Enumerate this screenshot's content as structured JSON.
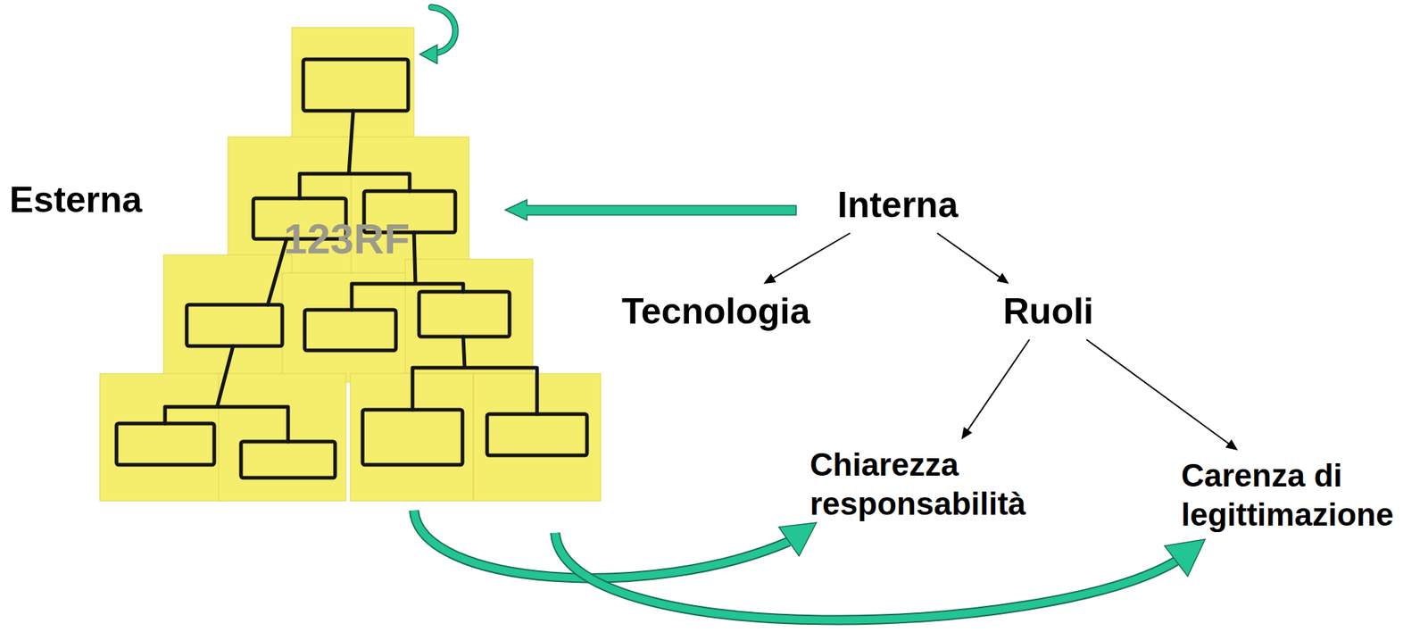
{
  "diagram": {
    "nodes": [
      {
        "text": [
          "Interna"
        ]
      },
      {
        "text": [
          "Tecnologia"
        ]
      },
      {
        "text": [
          "Ruoli"
        ]
      },
      {
        "text": [
          "Chiarezza responsabilità"
        ]
      },
      {
        "text": [
          "Carenza di legittimazione"
        ]
      }
    ],
    "edges": [
      {
        "from": 0,
        "to": 1,
        "arrow": "to"
      },
      {
        "from": 0,
        "to": 2,
        "arrow": "to"
      },
      {
        "from": 2,
        "to": 3,
        "arrow": "to"
      },
      {
        "from": 2,
        "to": 4,
        "arrow": "to"
      }
    ],
    "labels": [
      "Esterna",
      "123RF"
    ]
  }
}
